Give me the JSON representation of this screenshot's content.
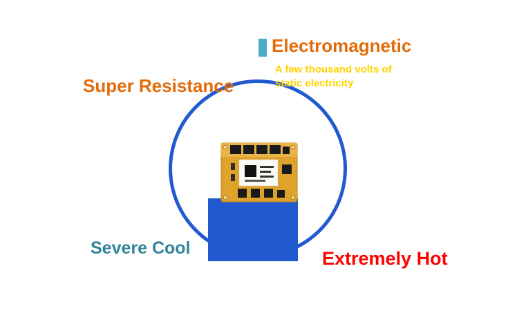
{
  "labels": {
    "electromagnetic": {
      "title": "Electromagnetic",
      "desc_line1": "A few thousand volts of",
      "desc_line2": "static electricity"
    },
    "super_resistance": "Super Resistance",
    "severe_cool": "Severe Cool",
    "extremely_hot": "Extremely Hot"
  },
  "center_image": "control-card-pcb",
  "colors": {
    "orange": "#E36C09",
    "yellow": "#FFD400",
    "teal_text": "#31859B",
    "teal_bar": "#4BACC6",
    "red": "#FF0000",
    "blue": "#2159D0",
    "pcb_gold": "#DFA32C"
  }
}
